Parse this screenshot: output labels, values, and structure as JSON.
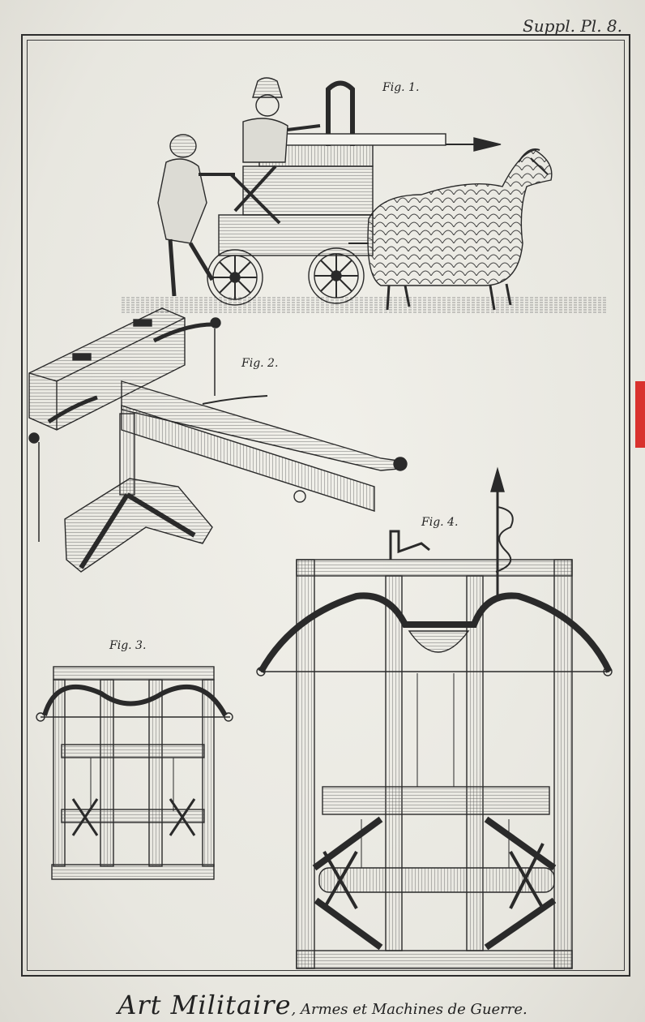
{
  "plate": {
    "header": "Suppl. Pl. 8."
  },
  "figures": [
    {
      "label": "Fig. 1."
    },
    {
      "label": "Fig. 2."
    },
    {
      "label": "Fig. 3."
    },
    {
      "label": "Fig. 4."
    }
  ],
  "caption": {
    "title": "Art Militaire",
    "subtitle": ", Armes et Machines de Guerre."
  },
  "colors": {
    "ink": "#2a2a2a",
    "paper": "#efeee8",
    "bookmark": "#d9322e"
  }
}
